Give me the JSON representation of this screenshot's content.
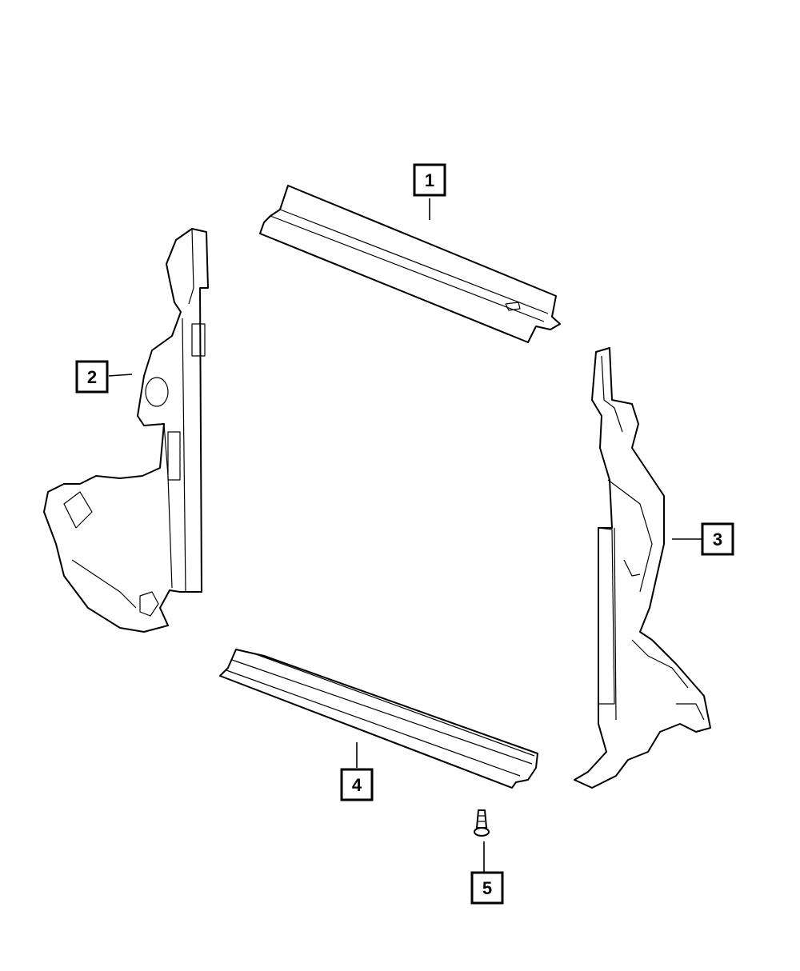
{
  "callouts": [
    {
      "id": 1,
      "label": "1"
    },
    {
      "id": 2,
      "label": "2"
    },
    {
      "id": 3,
      "label": "3"
    },
    {
      "id": 4,
      "label": "4"
    },
    {
      "id": 5,
      "label": "5"
    }
  ],
  "colors": {
    "line": "#000000",
    "background": "#ffffff"
  }
}
